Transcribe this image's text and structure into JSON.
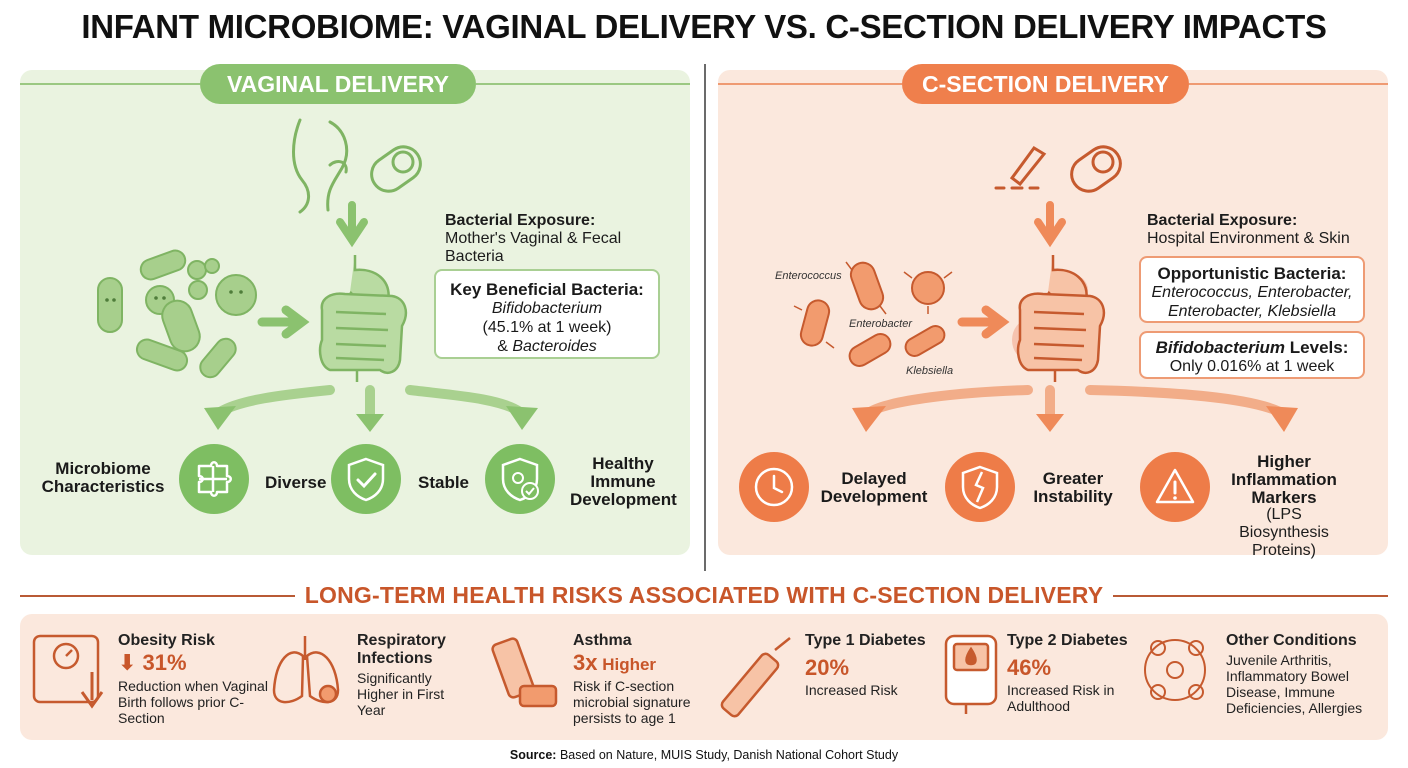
{
  "title": "INFANT MICROBIOME: VAGINAL DELIVERY VS. C-SECTION DELIVERY IMPACTS",
  "vaginal": {
    "header": "VAGINAL DELIVERY",
    "exposure_label": "Bacterial Exposure:",
    "exposure_value": "Mother's Vaginal & Fecal Bacteria",
    "key_label": "Key Beneficial Bacteria:",
    "key_line1": "Bifidobacterium",
    "key_line2": "(45.1% at 1 week)",
    "key_line3_prefix": "& ",
    "key_line3_italic": "Bacteroides",
    "characteristics_label": "Microbiome Characteristics",
    "outcomes": [
      "Diverse",
      "Stable",
      "Healthy Immune Development"
    ],
    "icons": [
      "puzzle-icon",
      "shield-check-icon",
      "immune-shield-icon"
    ],
    "color": "#7ebe62"
  },
  "csection": {
    "header": "C-SECTION DELIVERY",
    "exposure_label": "Bacterial Exposure:",
    "exposure_value": "Hospital Environment & Skin",
    "opp_label": "Opportunistic Bacteria:",
    "opp_line1": "Enterococcus, Enterobacter,",
    "opp_line2": "Enterobacter, Klebsiella",
    "bifido_label": "Bifidobacterium",
    "bifido_label_suffix": " Levels:",
    "bifido_value": "Only 0.016% at 1 week",
    "bacteria_labels": [
      "Enterococcus",
      "Enterobacter",
      "Klebsiella"
    ],
    "outcomes": [
      "Delayed Development",
      "Greater Instability",
      "Higher Inflammation Markers"
    ],
    "outcome3_note": "(LPS Biosynthesis Proteins)",
    "icons": [
      "clock-icon",
      "broken-shield-icon",
      "warning-icon"
    ],
    "color": "#ee7c48"
  },
  "risks": {
    "section_title": "LONG-TERM HEALTH RISKS ASSOCIATED WITH C-SECTION DELIVERY",
    "items": [
      {
        "title": "Obesity Risk",
        "stat": "⬇ 31%",
        "stat_suffix": "",
        "desc": "Reduction when Vaginal Birth follows prior C-Section",
        "icon": "scale-icon"
      },
      {
        "title": "Respiratory Infections",
        "stat": "",
        "stat_suffix": "",
        "desc": "Significantly Higher in First Year",
        "icon": "lungs-icon"
      },
      {
        "title": "Asthma",
        "stat": "3x",
        "stat_suffix": " Higher",
        "desc": "Risk if C-section microbial signature persists to age 1",
        "icon": "inhaler-icon"
      },
      {
        "title": "Type 1 Diabetes",
        "stat": "20%",
        "stat_suffix": "",
        "desc": "Increased Risk",
        "icon": "insulin-pen-icon"
      },
      {
        "title": "Type 2 Diabetes",
        "stat": "46%",
        "stat_suffix": "",
        "desc": "Increased Risk in Adulthood",
        "icon": "glucose-meter-icon"
      },
      {
        "title": "Other Conditions",
        "stat": "",
        "stat_suffix": "",
        "desc": "Juvenile Arthritis, Inflammatory Bowel Disease, Immune Deficiencies, Allergies",
        "icon": "organs-icon"
      }
    ]
  },
  "source_label": "Source:",
  "source_text": " Based on Nature, MUIS Study, Danish National Cohort Study"
}
